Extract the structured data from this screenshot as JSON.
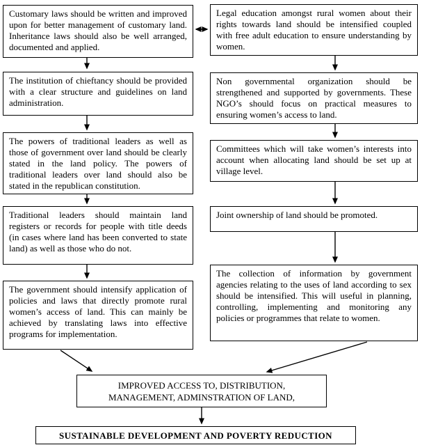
{
  "page": {
    "background_color": "#ffffff",
    "line_color": "#000000",
    "text_color": "#000000"
  },
  "flowchart": {
    "left_column": [
      {
        "text": "Customary laws should be written and improved upon for better management of customary land. Inheritance laws should also be well arranged, documented and applied."
      },
      {
        "text": "The institution of chieftancy should be provided with a clear structure and guidelines on land administration."
      },
      {
        "text": "The powers of traditional leaders as well as those of government over land should be clearly stated in the land policy. The powers of traditional leaders over land should also be stated in the republican constitution."
      },
      {
        "text": "Traditional leaders should maintain land registers or records for people with title deeds (in cases where land has been converted to state land) as well as those who do not."
      },
      {
        "text": "The government should intensify application of policies and laws that directly promote rural women’s access of land. This can mainly be achieved by translating laws into effective programs for implementation."
      }
    ],
    "right_column": [
      {
        "text": "Legal education amongst rural women about their rights towards land should be intensified coupled with free adult education to ensure understanding by women."
      },
      {
        "text": "Non governmental organization should be strengthened and supported by governments. These NGO’s should focus on practical measures to ensuring women’s access to land."
      },
      {
        "text": "Committees which will take women’s interests into account when allocating land should be set up at village level."
      },
      {
        "text": "Joint ownership of land should be promoted."
      },
      {
        "text": "The collection of information by government agencies relating to the uses of land according to sex should be intensified. This will useful in planning, controlling, implementing and monitoring any policies or programmes that relate to women."
      }
    ],
    "improved_box": {
      "text": "IMPROVED ACCESS TO, DISTRIBUTION, MANAGEMENT, ADMINSTRATION OF LAND,"
    },
    "sustainable_box": {
      "text": "SUSTAINABLE DEVELOPMENT AND POVERTY REDUCTION"
    }
  }
}
